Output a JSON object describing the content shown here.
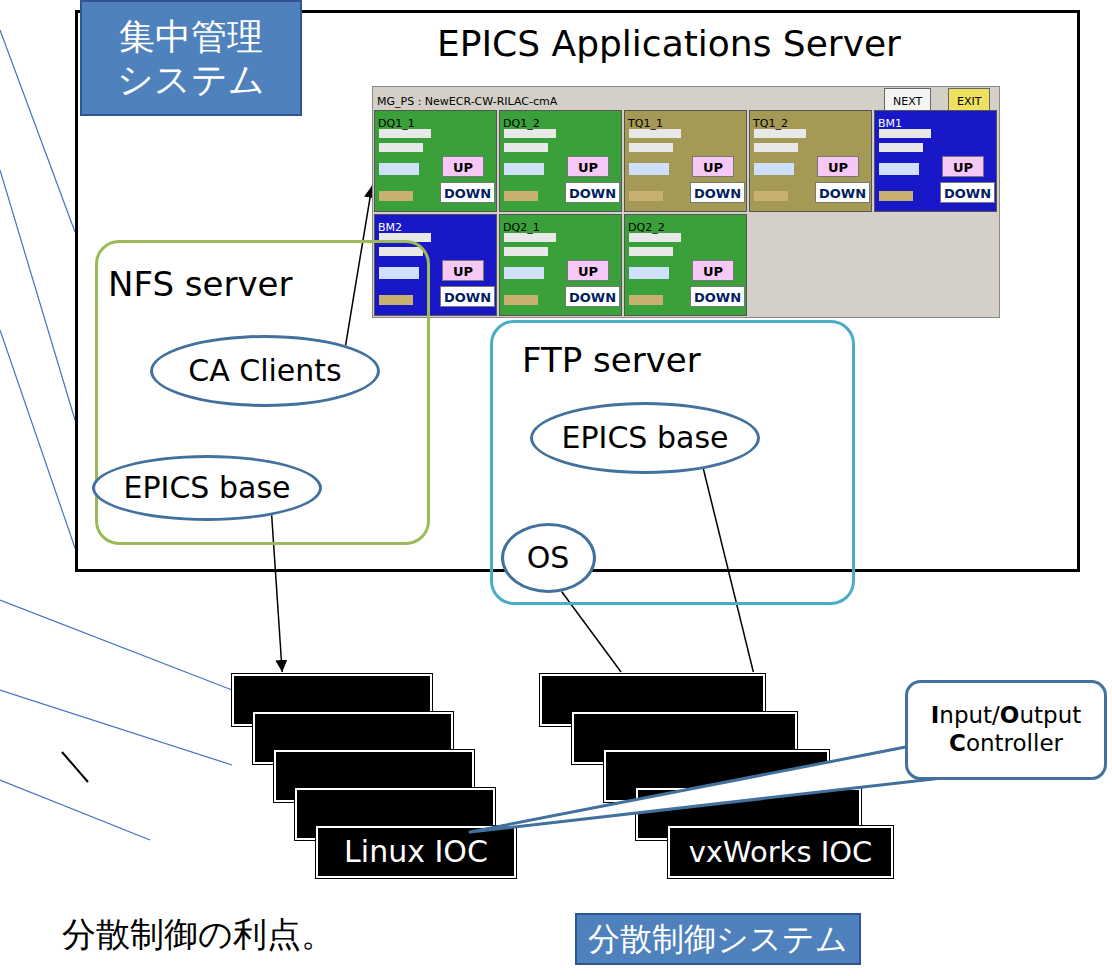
{
  "diagram": {
    "nodes": [
      {
        "text": [
          "集中管理 システム"
        ]
      },
      {
        "text": [
          "EPICS Applications Server"
        ]
      },
      {
        "text": [
          "MG_PS : NewECR-CW-RILAC-cmA",
          "NEXT",
          "EXIT"
        ],
        "in": 1
      },
      {
        "text": [
          "DQ1_1",
          "UP",
          "DOWN"
        ],
        "in": 2
      },
      {
        "text": [
          "DQ1_2",
          "UP",
          "DOWN"
        ],
        "in": 2
      },
      {
        "text": [
          "TQ1_1",
          "UP",
          "DOWN"
        ],
        "in": 2
      },
      {
        "text": [
          "TQ1_2",
          "UP",
          "DOWN"
        ],
        "in": 2
      },
      {
        "text": [
          "BM1",
          "UP",
          "DOWN"
        ],
        "in": 2
      },
      {
        "text": [
          "BM2",
          "UP",
          "DOWN"
        ],
        "in": 2
      },
      {
        "text": [
          "DQ2_1",
          "UP",
          "DOWN"
        ],
        "in": 2
      },
      {
        "text": [
          "DQ2_2",
          "UP",
          "DOWN"
        ],
        "in": 2
      },
      {
        "text": [
          "NFS server"
        ],
        "in": 1
      },
      {
        "text": [
          "CA Clients"
        ],
        "in": 11
      },
      {
        "text": [
          "EPICS base"
        ],
        "in": 11
      },
      {
        "text": [
          "FTP server"
        ],
        "in": 1
      },
      {
        "text": [
          "EPICS base"
        ],
        "in": 14
      },
      {
        "text": [
          "OS"
        ],
        "in": 14
      },
      {
        "text": [
          "Linux IOC"
        ]
      },
      {
        "text": [
          "vxWorks IOC"
        ]
      },
      {
        "text": [
          "Input/Output Controller"
        ]
      },
      {
        "text": [
          "分散制御システム"
        ]
      }
    ],
    "edges": [
      {
        "from": 12,
        "to": 2,
        "arrow": "to"
      },
      {
        "from": 13,
        "to": 17,
        "arrow": "to"
      },
      {
        "from": 16,
        "to": 18,
        "arrow": "none"
      },
      {
        "from": 15,
        "to": 18,
        "arrow": "none"
      }
    ],
    "labels": [
      "分散制御の利点。"
    ]
  }
}
